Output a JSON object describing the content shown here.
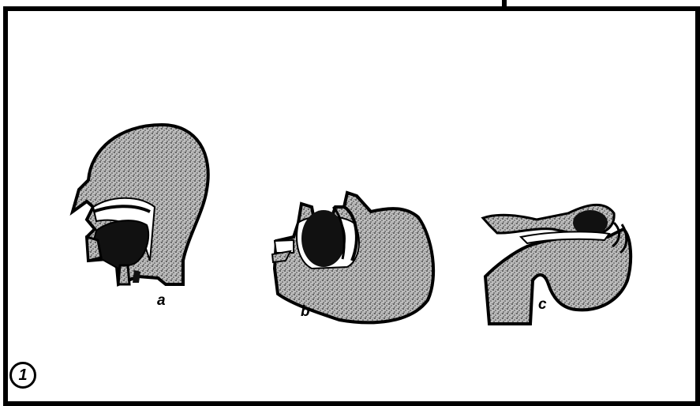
{
  "figure": {
    "number": "1",
    "panels": [
      {
        "label": "a"
      },
      {
        "label": "b"
      },
      {
        "label": "c"
      }
    ]
  },
  "colors": {
    "ink": "#000000",
    "paper": "#ffffff",
    "stipple": "#8a8a8a"
  }
}
